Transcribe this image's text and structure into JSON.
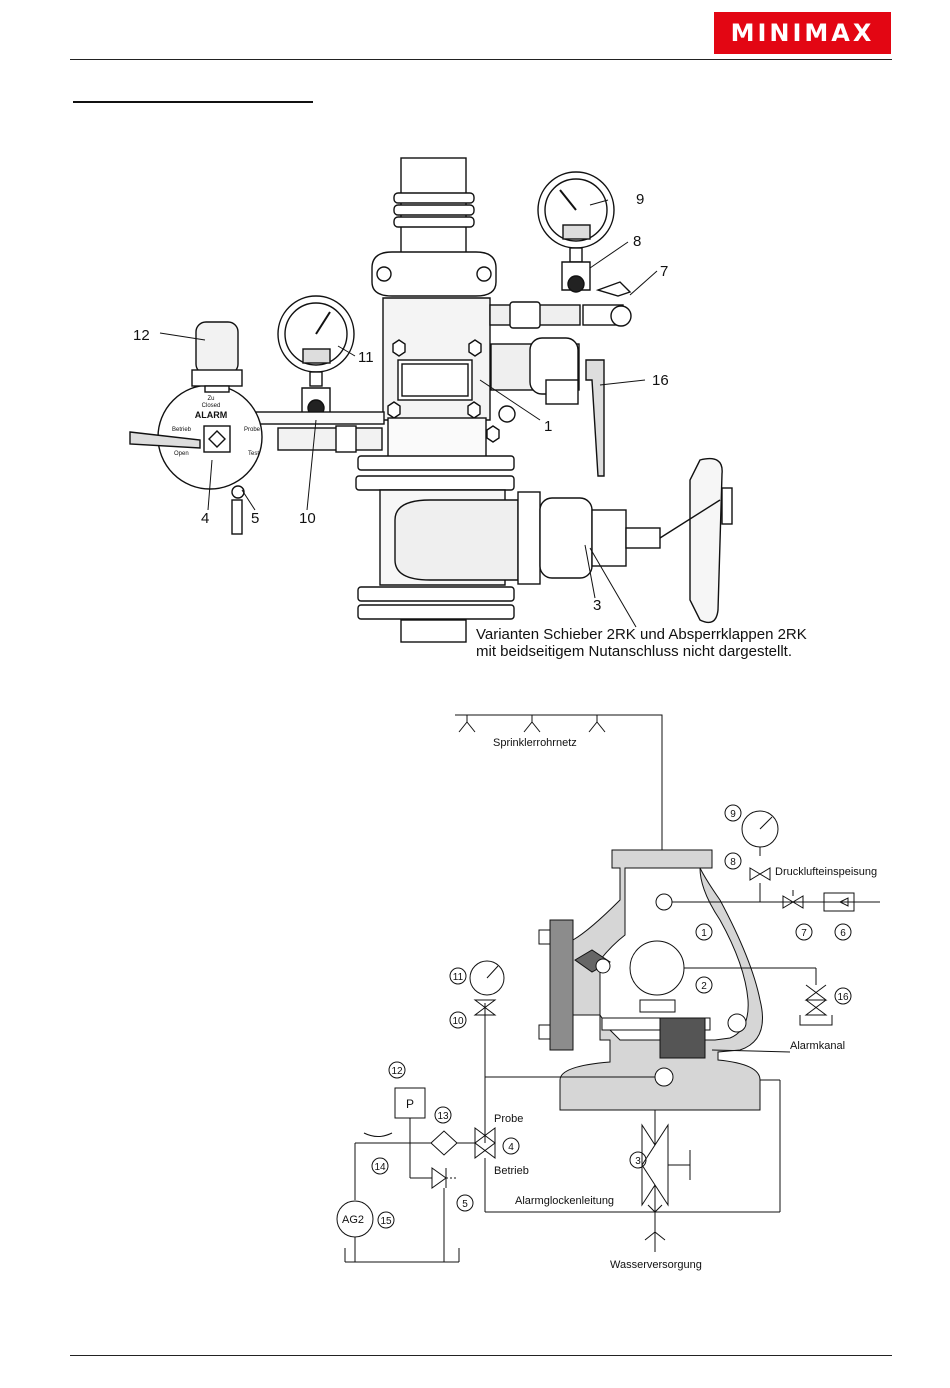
{
  "header": {
    "logo_text": "MINIMAX",
    "brand_color": "#e30613"
  },
  "drawing": {
    "callouts": {
      "c1": "1",
      "c3": "3",
      "c4": "4",
      "c5": "5",
      "c7": "7",
      "c8": "8",
      "c9": "9",
      "c10": "10",
      "c11": "11",
      "c12": "12",
      "c16": "16"
    },
    "dial": {
      "zu": "Zu",
      "closed": "Closed",
      "alarm": "ALARM",
      "betrieb": "Betrieb",
      "open": "Open",
      "probe": "Probe",
      "test": "Test"
    },
    "note_line1": "Varianten Schieber 2RK und Absperrklappen 2RK",
    "note_line2": "mit beidseitigem Nutanschluss nicht dargestellt."
  },
  "schematic": {
    "labels": {
      "sprinkler": "Sprinklerrohrnetz",
      "druckluft": "Drucklufteinspeisung",
      "alarmkanal": "Alarmkanal",
      "probe": "Probe",
      "betrieb": "Betrieb",
      "alarmglocke": "Alarmglockenleitung",
      "wasser": "Wasserversorgung",
      "p": "P",
      "ag2": "AG2"
    },
    "numbers": {
      "n1": "1",
      "n2": "2",
      "n3": "3",
      "n4": "4",
      "n5": "5",
      "n6": "6",
      "n7": "7",
      "n8": "8",
      "n9": "9",
      "n10": "10",
      "n11": "11",
      "n12": "12",
      "n13": "13",
      "n14": "14",
      "n15": "15",
      "n16": "16"
    }
  }
}
